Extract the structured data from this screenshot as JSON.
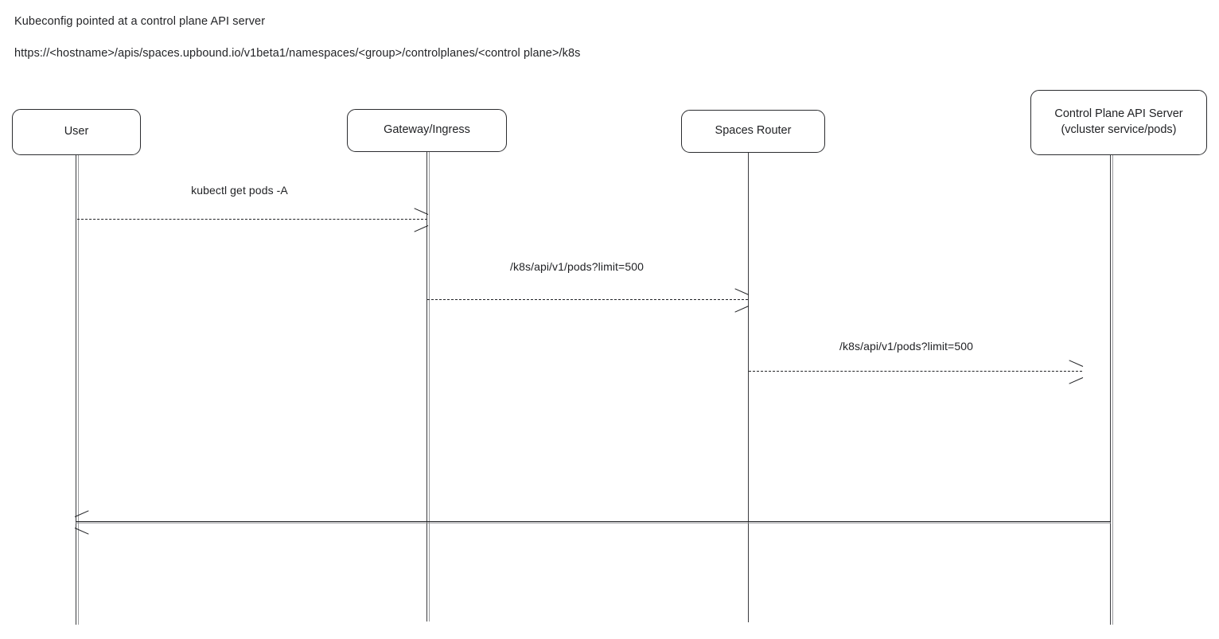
{
  "notes": {
    "title": "Kubeconfig pointed at a control plane API server",
    "url": "https://<hostname>/apis/spaces.upbound.io/v1beta1/namespaces/<group>/controlplanes/<control plane>/k8s"
  },
  "diagram": {
    "type": "sequence-diagram",
    "participants": [
      {
        "id": "user",
        "label": "User"
      },
      {
        "id": "gateway",
        "label": "Gateway/Ingress"
      },
      {
        "id": "router",
        "label": "Spaces Router"
      },
      {
        "id": "cpapi",
        "label": "Control Plane API Server\n(vcluster service/pods)"
      }
    ],
    "messages": [
      {
        "index": 1,
        "label": "kubectl get pods -A",
        "from": "user",
        "to": "gateway",
        "line": "dashed",
        "arrowhead": "open",
        "direction": "right"
      },
      {
        "index": 2,
        "label": "/k8s/api/v1/pods?limit=500",
        "from": "gateway",
        "to": "router",
        "line": "dashed",
        "arrowhead": "open",
        "direction": "right"
      },
      {
        "index": 3,
        "label": "/k8s/api/v1/pods?limit=500",
        "from": "router",
        "to": "cpapi",
        "line": "dashed",
        "arrowhead": "open",
        "direction": "right"
      },
      {
        "index": 4,
        "label": "",
        "from": "cpapi",
        "to": "user",
        "line": "solid",
        "arrowhead": "open",
        "direction": "left"
      }
    ],
    "colors": {
      "stroke": "#222326",
      "box_border": "#2b2c2f",
      "background": "#ffffff",
      "text": "#1f2023"
    }
  }
}
